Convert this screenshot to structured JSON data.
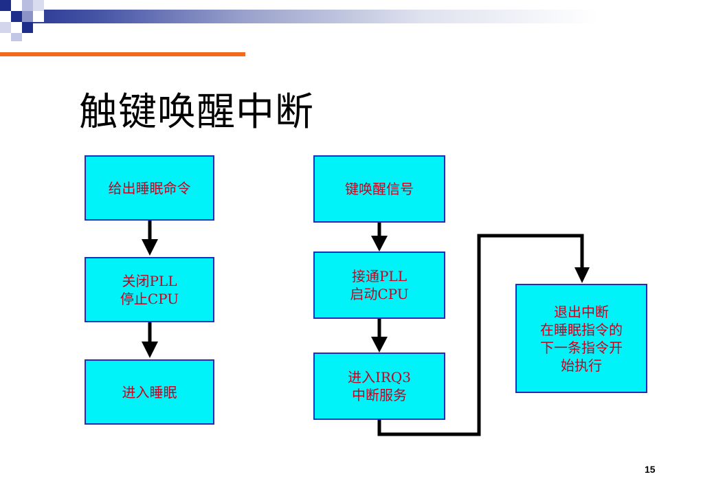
{
  "slide": {
    "title": "触键唤醒中断",
    "page_number": "15"
  },
  "colors": {
    "box_fill": "#00f3f8",
    "box_border": "#1c2fb8",
    "box_text": "#c8001e",
    "accent_rule": "#f26a1b",
    "arrow": "#000000"
  },
  "flow_left": [
    {
      "label": "给出睡眠命令"
    },
    {
      "label": "关闭PLL\n停止CPU"
    },
    {
      "label": "进入睡眠"
    }
  ],
  "flow_right": [
    {
      "label": "键唤醒信号"
    },
    {
      "label": "接通PLL\n启动CPU"
    },
    {
      "label": "进入IRQ3\n中断服务"
    }
  ],
  "exit_box": {
    "label": "退出中断\n在睡眠指令的\n下一条指令开\n始执行"
  }
}
